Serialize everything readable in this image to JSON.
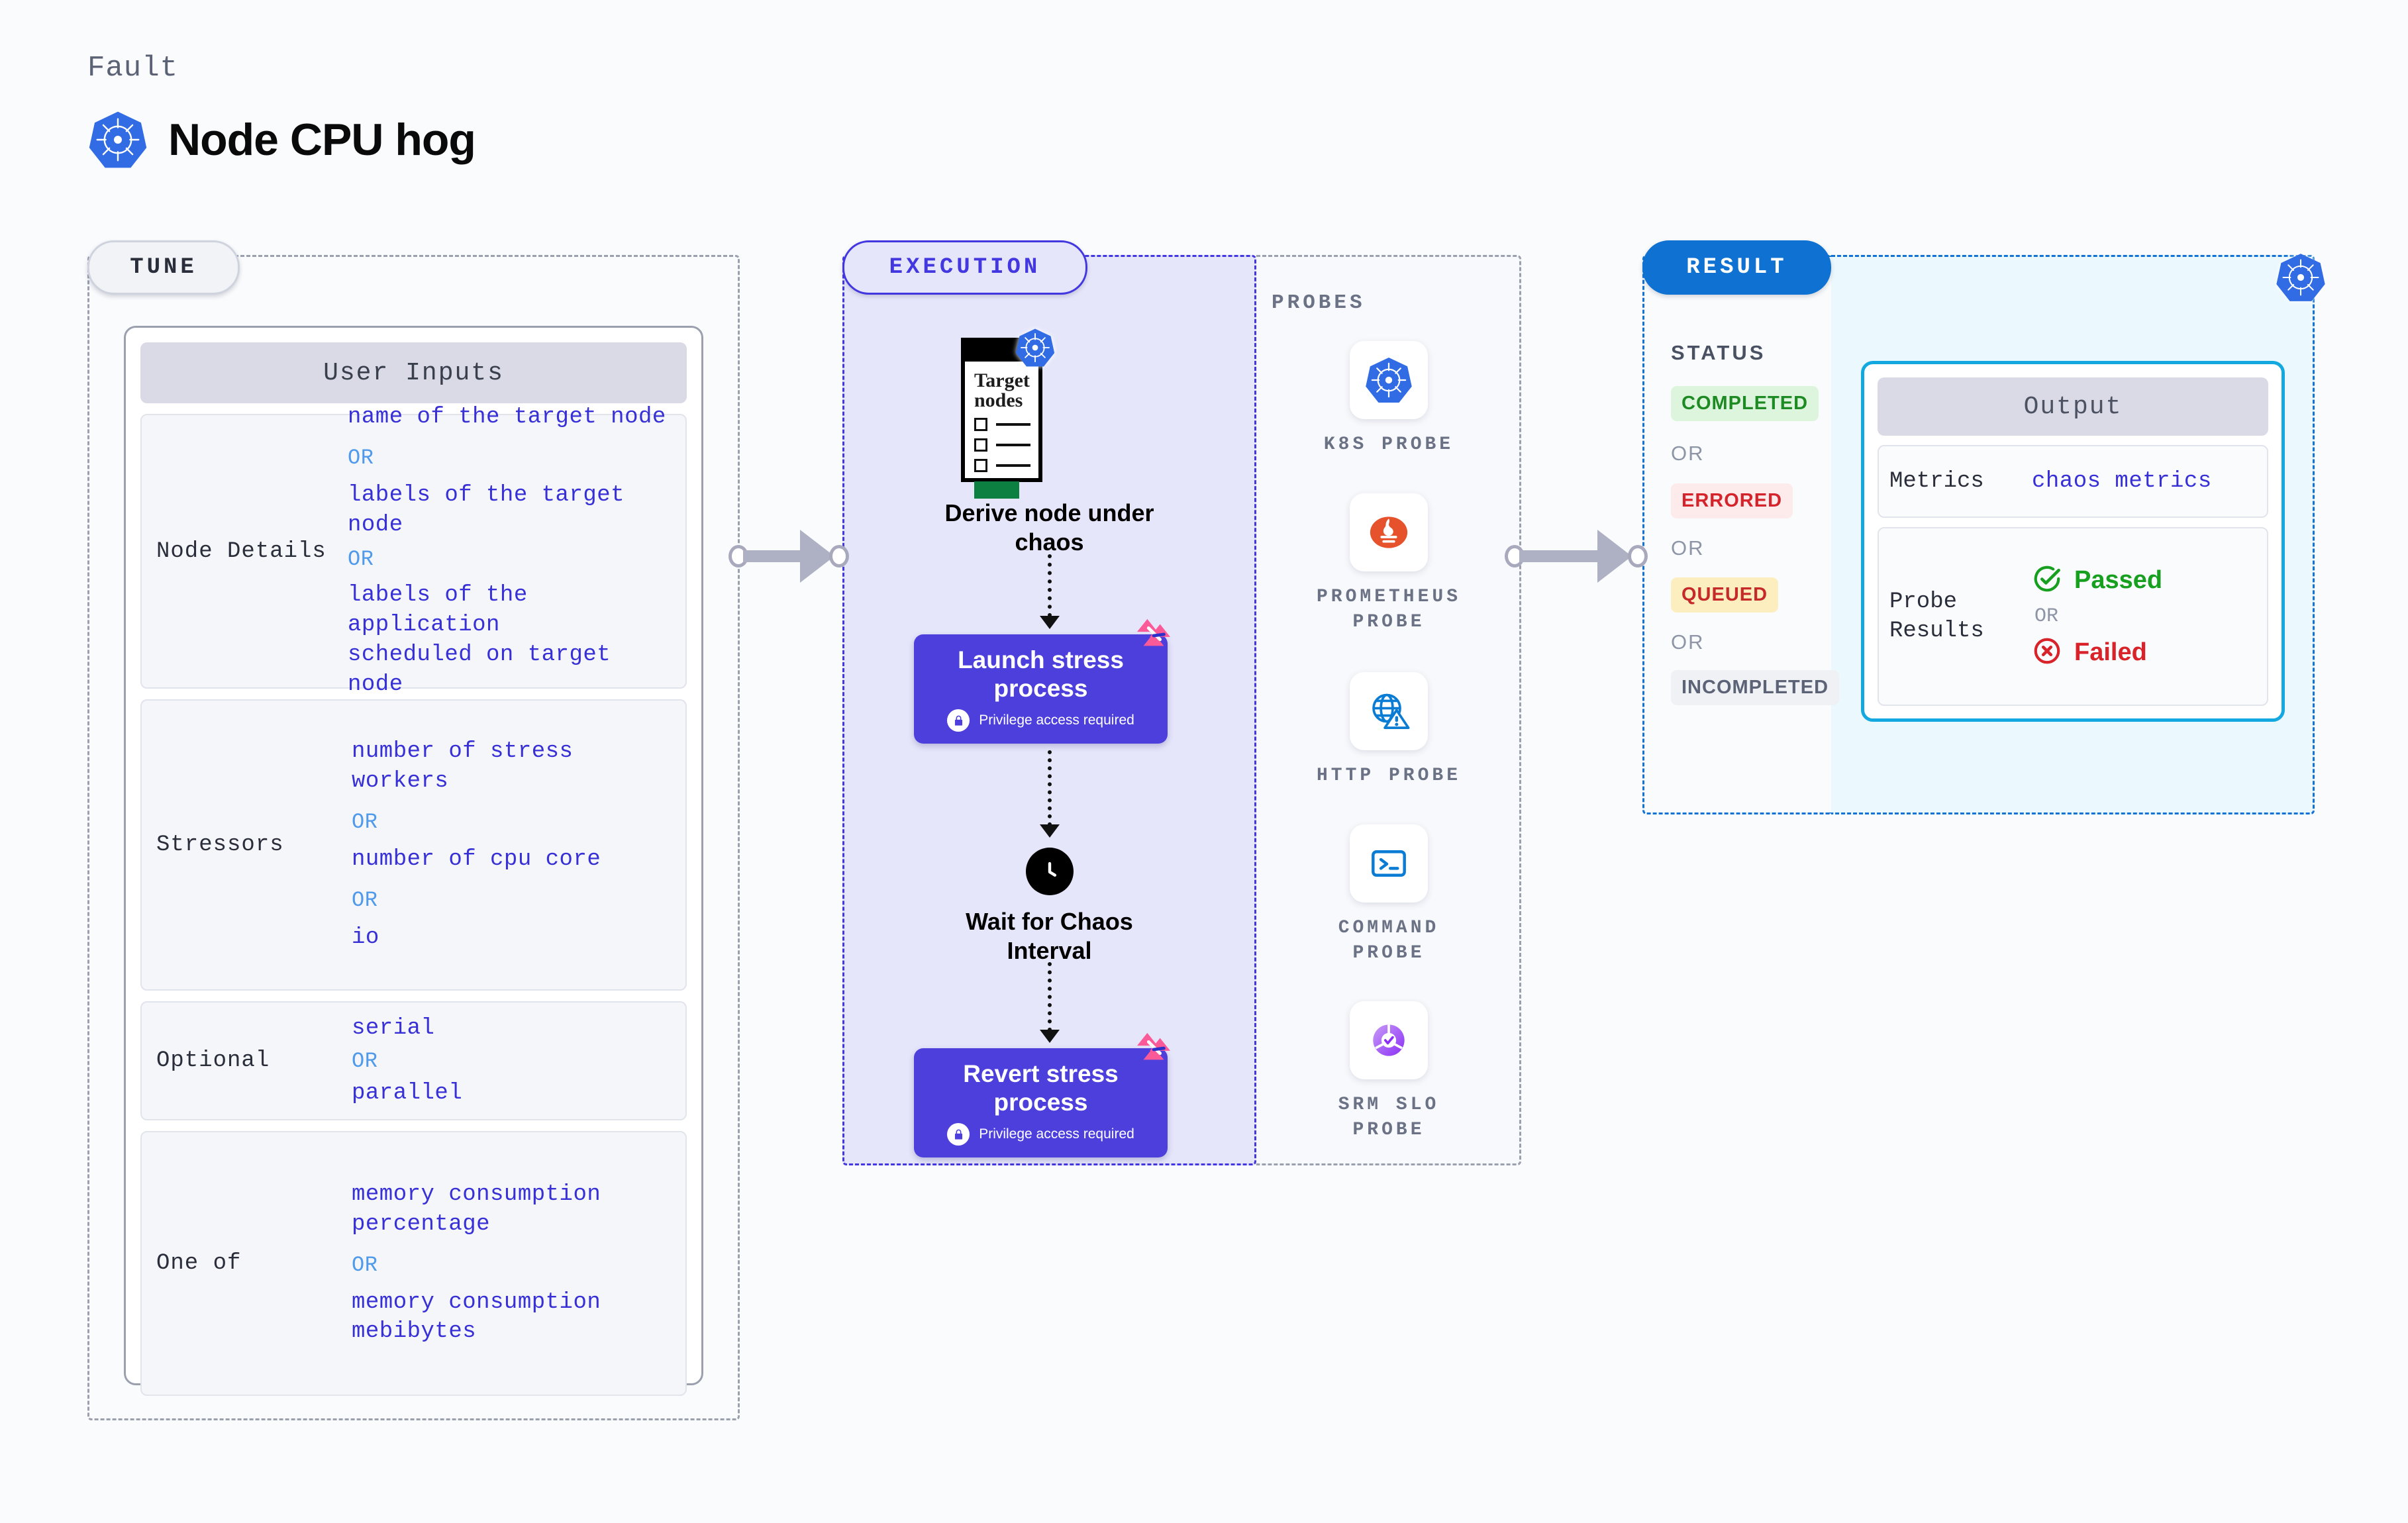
{
  "header": {
    "eyebrow": "Fault",
    "title": "Node CPU hog",
    "icon": "kubernetes-icon"
  },
  "colors": {
    "tune_border": "#9aa0ae",
    "execution_accent": "#4338e0",
    "result_accent": "#1273d4",
    "output_border": "#14a8e0",
    "process_card": "#4d3fdc",
    "value_text": "#3730d6",
    "or_text": "#4f9aea"
  },
  "tune": {
    "chip_label": "TUNE",
    "card_header": "User Inputs",
    "rows": [
      {
        "label": "Node Details",
        "values": [
          "name of the target node",
          "labels of the target node",
          "labels of the application\n scheduled on target node"
        ],
        "separator": "OR"
      },
      {
        "label": "Stressors",
        "values": [
          "number of stress workers",
          "number of cpu core",
          "io"
        ],
        "separator": "OR"
      },
      {
        "label": "Optional",
        "values": [
          "serial",
          "parallel"
        ],
        "separator": "OR"
      },
      {
        "label": "One of",
        "values": [
          "memory consumption percentage",
          "memory consumption mebibytes"
        ],
        "separator": "OR"
      }
    ]
  },
  "execution": {
    "chip_label": "EXECUTION",
    "target_card": {
      "title": "Target\nnodes",
      "checkbox_count": 3
    },
    "steps": [
      {
        "caption": "Derive node under\nchaos",
        "kind": "illustration"
      },
      {
        "caption": "Launch stress\nprocess",
        "kind": "process",
        "sub": "Privilege access required",
        "lock_icon": "lock-icon"
      },
      {
        "caption": "Wait for Chaos\nInterval",
        "kind": "clock",
        "icon": "clock-icon"
      },
      {
        "caption": "Revert stress\nprocess",
        "kind": "process",
        "sub": "Privilege access required",
        "lock_icon": "lock-icon"
      }
    ]
  },
  "probes": {
    "title": "PROBES",
    "items": [
      {
        "label": "K8S PROBE",
        "icon": "kubernetes-icon"
      },
      {
        "label": "PROMETHEUS\nPROBE",
        "icon": "prometheus-icon"
      },
      {
        "label": "HTTP PROBE",
        "icon": "globe-warning-icon"
      },
      {
        "label": "COMMAND\nPROBE",
        "icon": "terminal-icon"
      },
      {
        "label": "SRM SLO\nPROBE",
        "icon": "slo-gauge-icon"
      }
    ]
  },
  "result": {
    "chip_label": "RESULT",
    "status_title": "STATUS",
    "separator": "OR",
    "statuses": [
      {
        "label": "COMPLETED",
        "bg": "#ddf5dd",
        "fg": "#1e8a24"
      },
      {
        "label": "ERRORED",
        "bg": "#fdeaea",
        "fg": "#d4232a"
      },
      {
        "label": "QUEUED",
        "bg": "#fdeec0",
        "fg": "#c62a28"
      },
      {
        "label": "INCOMPLETED",
        "bg": "#eff1f5",
        "fg": "#5c6377"
      }
    ]
  },
  "output": {
    "card_header": "Output",
    "corner_icon": "kubernetes-icon",
    "rows": [
      {
        "label": "Metrics",
        "value": "chaos metrics"
      },
      {
        "label": "Probe\nResults",
        "separator": "OR",
        "results": [
          {
            "label": "Passed",
            "icon": "check-circle-icon",
            "color": "#17a01f"
          },
          {
            "label": "Failed",
            "icon": "x-circle-icon",
            "color": "#d8232a"
          }
        ]
      }
    ]
  },
  "connectors": [
    {
      "name": "tune-to-execution"
    },
    {
      "name": "execution-to-result"
    }
  ]
}
